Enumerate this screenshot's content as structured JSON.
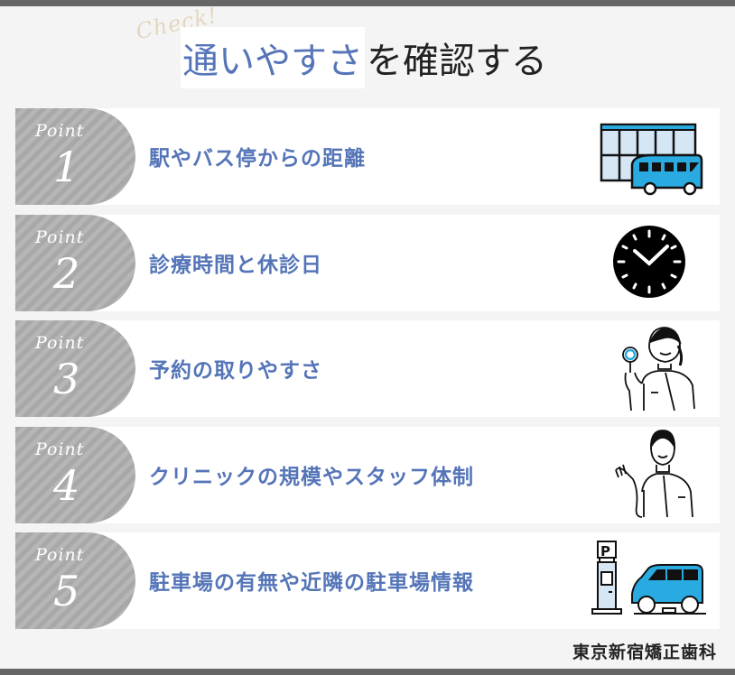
{
  "header": {
    "check_label": "Check!",
    "title_highlight": "通いやすさ",
    "title_rest": "を確認する",
    "highlight_color": "#5575b8"
  },
  "points": [
    {
      "badge_label": "Point",
      "number": "1",
      "text": "駅やバス停からの距離",
      "icon": "station-bus-icon"
    },
    {
      "badge_label": "Point",
      "number": "2",
      "text": "診療時間と休診日",
      "icon": "clock-icon"
    },
    {
      "badge_label": "Point",
      "number": "3",
      "text": "予約の取りやすさ",
      "icon": "staff-ok-sign-icon"
    },
    {
      "badge_label": "Point",
      "number": "4",
      "text": "クリニックの規模やスタッフ体制",
      "icon": "staff-guide-icon"
    },
    {
      "badge_label": "Point",
      "number": "5",
      "text": "駐車場の有無や近隣の駐車場情報",
      "icon": "parking-car-icon"
    }
  ],
  "footer": {
    "brand": "東京新宿矯正歯科"
  }
}
